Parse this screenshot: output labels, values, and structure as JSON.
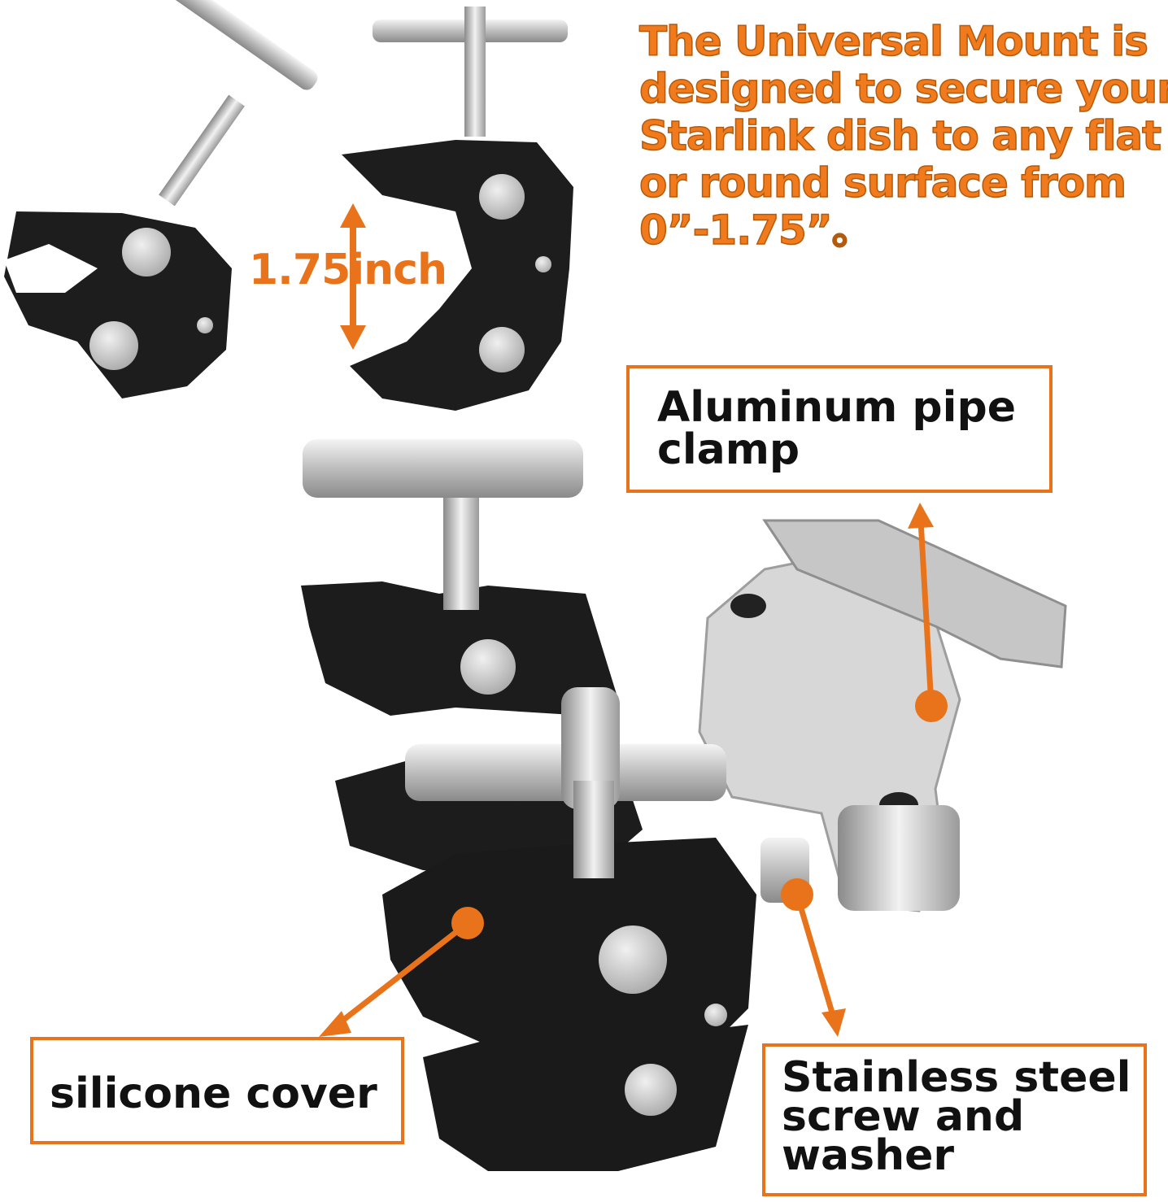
{
  "headline": {
    "line1": "The Universal Mount is",
    "line2": "designed to secure your",
    "line3": "Starlink dish to any flat",
    "line4": "or round surface from",
    "line5": "0”-1.75”。"
  },
  "dimension_label": "1.75inch",
  "callouts": {
    "pipe_clamp": {
      "line1": "Aluminum pipe",
      "line2": "clamp"
    },
    "silicone": {
      "line1": "silicone cover"
    },
    "screw": {
      "line1": "Stainless steel",
      "line2": "screw and",
      "line3": "washer"
    }
  },
  "colors": {
    "accent": "#e8731a",
    "clamp_body": "#1c1c1c",
    "metal": "#c9c9c9"
  }
}
